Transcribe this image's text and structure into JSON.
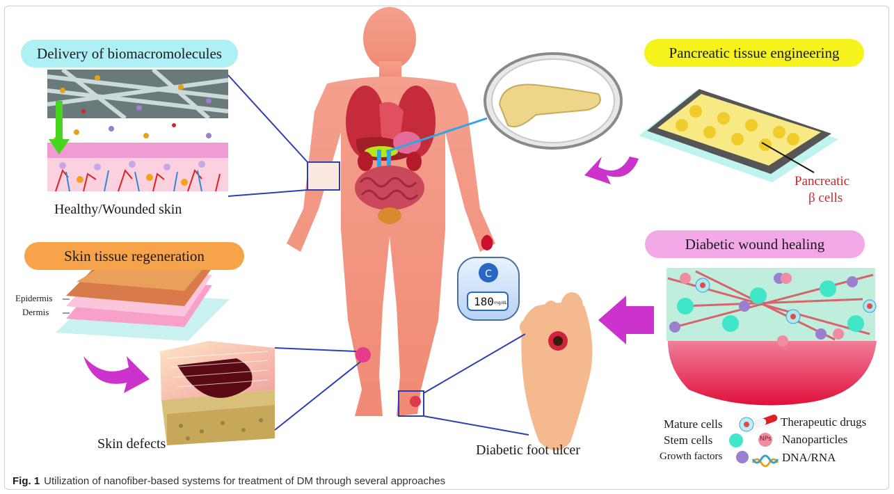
{
  "boxes": {
    "delivery": "Delivery of biomacromolecules",
    "pancreatic": "Pancreatic tissue engineering",
    "skin_regen": "Skin tissue regeneration",
    "wound": "Diabetic wound healing"
  },
  "labels": {
    "healthy_skin": "Healthy/Wounded skin",
    "pancreatic_line1": "Pancreatic",
    "pancreatic_line2": "β cells",
    "epidermis": "Epidermis",
    "dermis": "Dermis",
    "skin_defects": "Skin defects",
    "foot_ulcer": "Diabetic foot ulcer",
    "glucose_reading": "180",
    "glucose_unit": "mg/dL",
    "nps": "NPs"
  },
  "legend": {
    "mature_cells": "Mature cells",
    "stem_cells": "Stem cells",
    "growth_factors": "Growth factors",
    "therapeutic_drugs": "Therapeutic drugs",
    "nanoparticles": "Nanoparticles",
    "dna_rna": "DNA/RNA"
  },
  "caption": {
    "fig": "Fig. 1",
    "text": "Utilization of nanofiber-based systems for treatment of DM through several approaches"
  },
  "colors": {
    "body": "#f29c86",
    "pill_cyan": "#aef0f4",
    "pill_yellow": "#f6f21c",
    "pill_orange": "#f7a34a",
    "pill_pink": "#f3a9e8",
    "arrow_purple": "#cc33cc",
    "connector_blue": "#2b3fb4",
    "red_text": "#d8232a"
  }
}
